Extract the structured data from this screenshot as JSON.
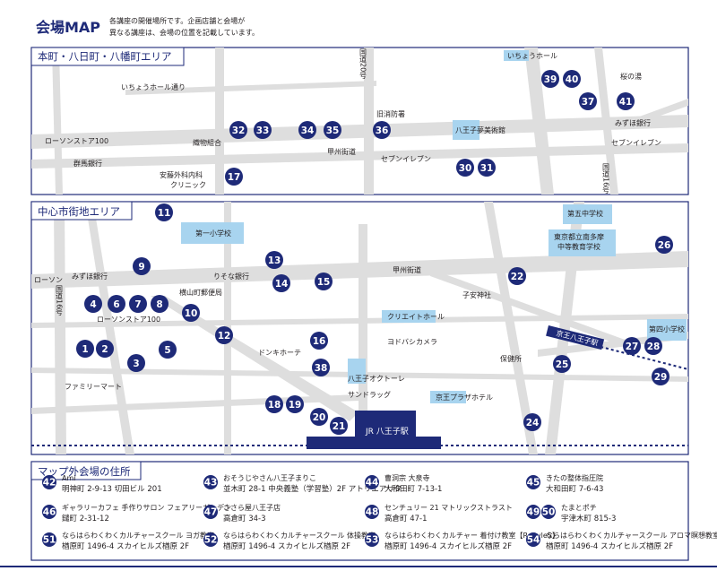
{
  "header": {
    "title": "会場MAP",
    "desc_1": "各講座の開催場所です。企画店舗と会場が",
    "desc_2": "異なる講座は、会場の位置を記載しています。"
  },
  "areas": {
    "north": "本町・八日町・八幡町エリア",
    "central": "中心市街地エリア",
    "outside": "マップ外会場の住所"
  },
  "colors": {
    "navy": "#1e2a78",
    "road": "#dcdcdc",
    "water": "#a8d4ef",
    "frame": "#1e2a78"
  },
  "north_labels": {
    "ichou_street": "いちょうホール通り",
    "koku_20": "国道20号",
    "ichou_hall": "いちょうホール",
    "sakura_yu": "桜の湯",
    "mizuho_n": "みずほ銀行",
    "seven_ne": "セブンイレブン",
    "lawson_n": "ローソンストア100",
    "gunma": "群馬銀行",
    "orimono": "織物組合",
    "kyuu_shobou": "旧消防署",
    "hachioji_yume": "八王子夢美術館",
    "koushu_n": "甲州街道",
    "seven_n": "セブンイレブン",
    "anzai": "安藤外科内科",
    "clinic": "クリニック",
    "koku_16n": "国道16号"
  },
  "central_labels": {
    "daiichi": "第一小学校",
    "daigo": "第五中学校",
    "tokyo_kou_1": "東京都立南多摩",
    "tokyo_kou_2": "中等教育学校",
    "lawson_c": "ローソン",
    "mizuho_c": "みずほ銀行",
    "resona": "りそな銀行",
    "yokoyama": "横山町郵便局",
    "lawson100_c": "ローソンストア100",
    "koushu_c": "甲州街道",
    "koyasu": "子安神社",
    "kuriet": "クリエイトホール",
    "yodobashi": "ヨドバシカメラ",
    "hokenjo": "保健所",
    "donki": "ドンキホーテ",
    "okutore": "八王子オクトーレ",
    "family": "ファミリーマート",
    "sundrug": "サンドラッグ",
    "keio_plaza": "京王プラザホテル",
    "keio_station": "京王八王子駅",
    "daiyon": "第四小学校",
    "jr_station": "JR 八王子駅",
    "koku_16c": "国道16号"
  },
  "pins": {
    "p1": "1",
    "p2": "2",
    "p3": "3",
    "p4": "4",
    "p5": "5",
    "p6": "6",
    "p7": "7",
    "p8": "8",
    "p9": "9",
    "p10": "10",
    "p11": "11",
    "p12": "12",
    "p13": "13",
    "p14": "14",
    "p15": "15",
    "p16": "16",
    "p17": "17",
    "p18": "18",
    "p19": "19",
    "p20": "20",
    "p21": "21",
    "p22": "22",
    "p24": "24",
    "p25": "25",
    "p26": "26",
    "p27": "27",
    "p28": "28",
    "p29": "29",
    "p30": "30",
    "p31": "31",
    "p32": "32",
    "p33": "33",
    "p34": "34",
    "p35": "35",
    "p36": "36",
    "p37": "37",
    "p38": "38",
    "p39": "39",
    "p40": "40",
    "p41": "41"
  },
  "outside": [
    {
      "num": "42",
      "name": "Ami",
      "addr": "明神町 2-9-13 切田ビル 201"
    },
    {
      "num": "43",
      "name": "おそうじやさん八王子まりこ",
      "addr": "並木町 28-1 中央義塾（学習塾）2F アトリエアリタ"
    },
    {
      "num": "44",
      "name": "曹洞宗 大泉寺",
      "addr": "大和田町 7-13-1"
    },
    {
      "num": "45",
      "name": "きたの整体指圧院",
      "addr": "大和田町 7-6-43"
    },
    {
      "num": "46",
      "name": "ギャラリーカフェ 手作りサロン フェアリーガーデン",
      "addr": "鑓町 2-31-12"
    },
    {
      "num": "47",
      "name": "ささら屋八王子店",
      "addr": "高倉町 34-3"
    },
    {
      "num": "48",
      "name": "センチュリー 21 マトリックストラスト",
      "addr": "高倉町 47-1"
    },
    {
      "num": "49",
      "num2": "50",
      "name": "たまとポチ",
      "addr": "宇津木町 815-3"
    },
    {
      "num": "51",
      "name": "ならはらわくわくカルチャースクール ヨガ教室",
      "addr": "楢原町 1496-4 スカイヒルズ楢原 2F"
    },
    {
      "num": "52",
      "name": "ならはらわくわくカルチャースクール 体操教室",
      "addr": "楢原町 1496-4 スカイヒルズ楢原 2F"
    },
    {
      "num": "53",
      "name": "ならはらわくわくカルチャー 着付け教室【R-styleS】",
      "addr": "楢原町 1496-4 スカイヒルズ楢原 2F"
    },
    {
      "num": "54",
      "name": "ならはらわくわくカルチャースクール アロマ瞑想教室",
      "addr": "楢原町 1496-4 スカイヒルズ楢原 2F"
    }
  ]
}
